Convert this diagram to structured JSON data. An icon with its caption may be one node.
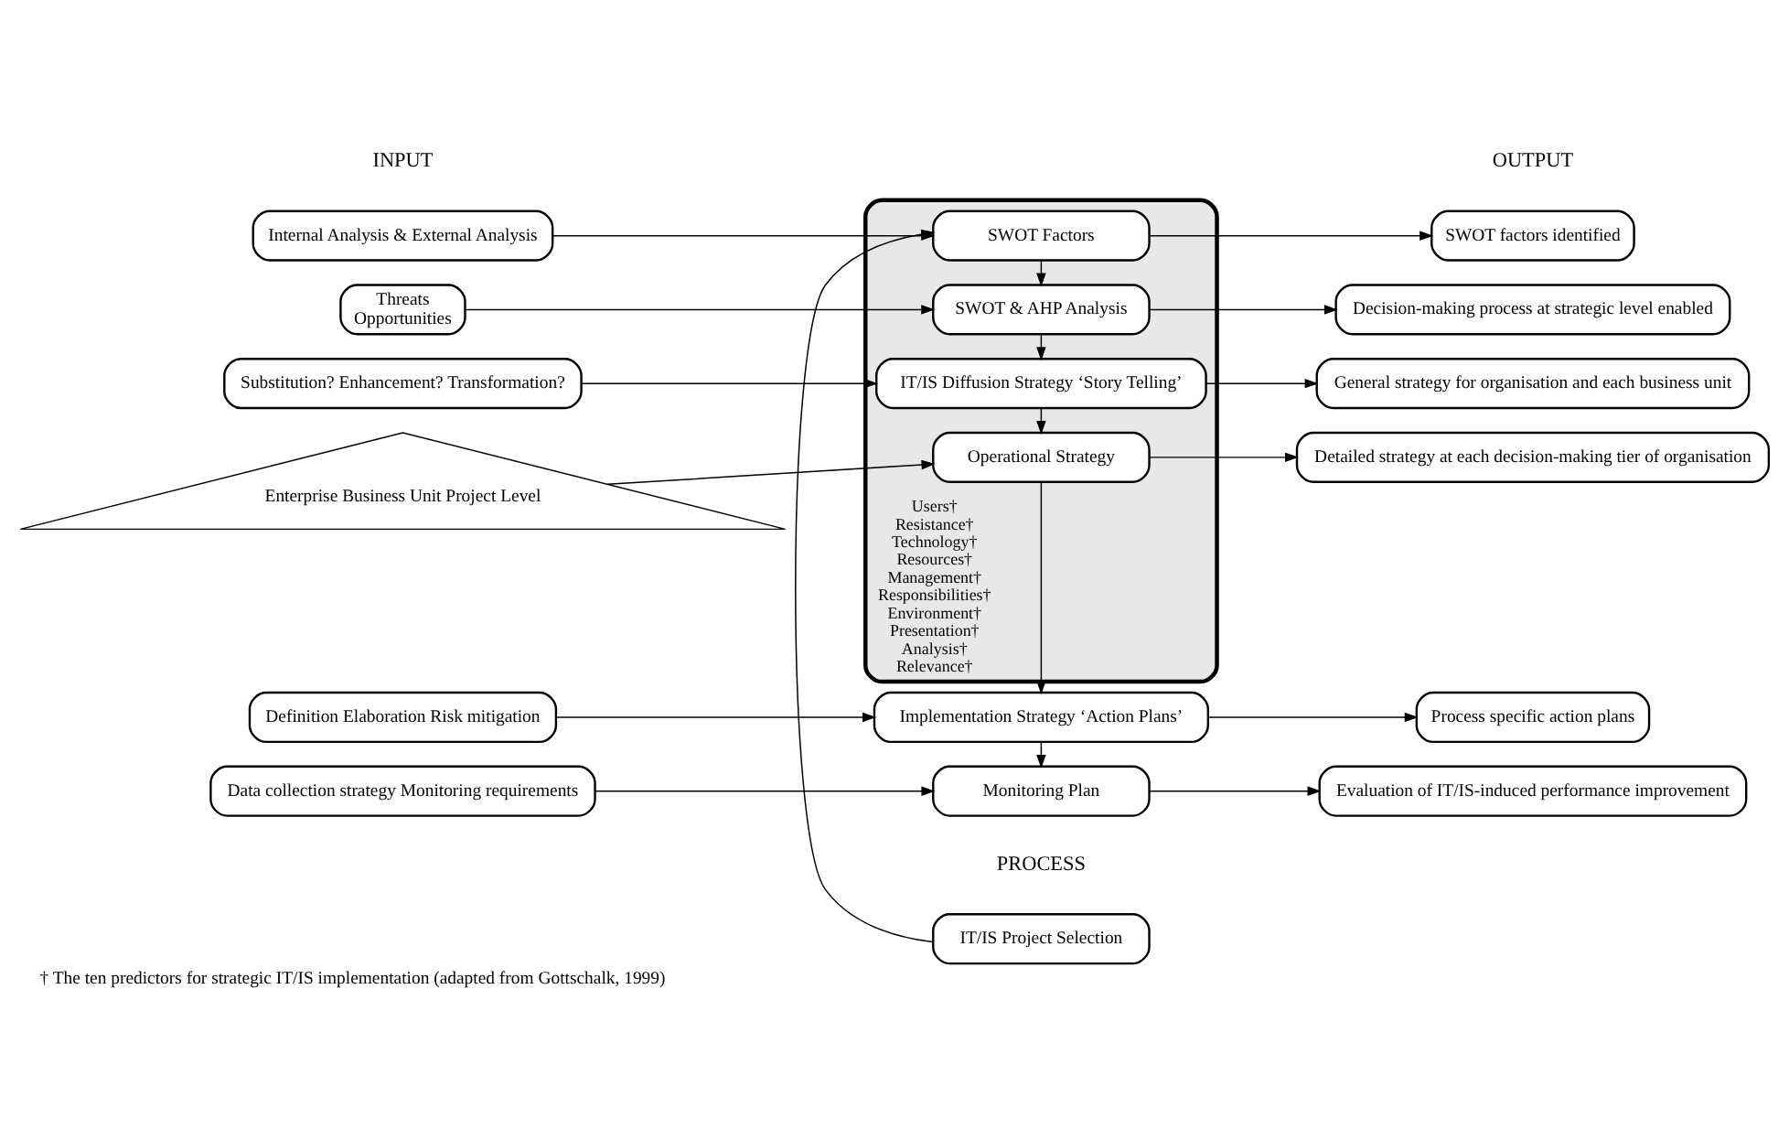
{
  "diagram": {
    "caption": "† The ten predictors for strategic IT/IS implementation (adapted from Gottschalk, 1999)",
    "nodes": [
      {
        "text": [
          "IT/IS Project Selection"
        ]
      },
      {
        "text": [
          "Users†",
          "Resistance†",
          "Technology†",
          "Resources†",
          "Management†",
          "Responsibilities†",
          "Environment†",
          "Presentation†",
          "Analysis†",
          "Relevance†"
        ]
      },
      {
        "text": [
          "SWOT Factors"
        ],
        "in": 1
      },
      {
        "text": [
          "SWOT & AHP Analysis"
        ],
        "in": 1
      },
      {
        "text": [
          "IT/IS Diffusion Strategy ‘Story Telling’"
        ],
        "in": 1
      },
      {
        "text": [
          "Operational Strategy"
        ],
        "in": 1
      },
      {
        "text": [
          "Implementation Strategy ‘Action Plans’"
        ]
      },
      {
        "text": [
          "Monitoring Plan"
        ]
      },
      {
        "text": [
          "Internal Analysis & External Analysis"
        ]
      },
      {
        "text": [
          "Threats",
          "Opportunities"
        ]
      },
      {
        "text": [
          "Substitution? Enhancement? Transformation?"
        ]
      },
      {
        "text": [
          "Enterprise Business Unit Project Level"
        ]
      },
      {
        "text": [
          "Definition Elaboration Risk mitigation"
        ]
      },
      {
        "text": [
          "Data collection strategy Monitoring requirements"
        ]
      },
      {
        "text": [
          "SWOT factors identified"
        ]
      },
      {
        "text": [
          "Decision-making process at strategic level enabled"
        ]
      },
      {
        "text": [
          "General strategy for organisation and each business unit"
        ]
      },
      {
        "text": [
          "Detailed strategy at each decision-making tier of organisation"
        ]
      },
      {
        "text": [
          "Process specific action plans"
        ]
      },
      {
        "text": [
          "Evaluation of IT/IS-induced performance improvement"
        ]
      }
    ],
    "edges": [
      {
        "from": 0,
        "to": 2,
        "arrow": "to"
      },
      {
        "from": 2,
        "to": 3,
        "arrow": "to"
      },
      {
        "from": 3,
        "to": 4,
        "arrow": "to"
      },
      {
        "from": 4,
        "to": 5,
        "arrow": "to"
      },
      {
        "from": 5,
        "to": 6,
        "arrow": "to"
      },
      {
        "from": 6,
        "to": 7,
        "arrow": "to"
      },
      {
        "from": 8,
        "to": 2,
        "arrow": "to"
      },
      {
        "from": 9,
        "to": 3,
        "arrow": "to"
      },
      {
        "from": 10,
        "to": 4,
        "arrow": "to"
      },
      {
        "from": 11,
        "to": 5,
        "arrow": "to"
      },
      {
        "from": 12,
        "to": 6,
        "arrow": "to"
      },
      {
        "from": 13,
        "to": 7,
        "arrow": "to"
      },
      {
        "from": 2,
        "to": 14,
        "arrow": "to"
      },
      {
        "from": 3,
        "to": 15,
        "arrow": "to"
      },
      {
        "from": 4,
        "to": 16,
        "arrow": "to"
      },
      {
        "from": 5,
        "to": 17,
        "arrow": "to"
      },
      {
        "from": 6,
        "to": 18,
        "arrow": "to"
      },
      {
        "from": 7,
        "to": 19,
        "arrow": "to"
      }
    ],
    "labels": [
      "PROCESS",
      "INPUT",
      "OUTPUT"
    ]
  }
}
